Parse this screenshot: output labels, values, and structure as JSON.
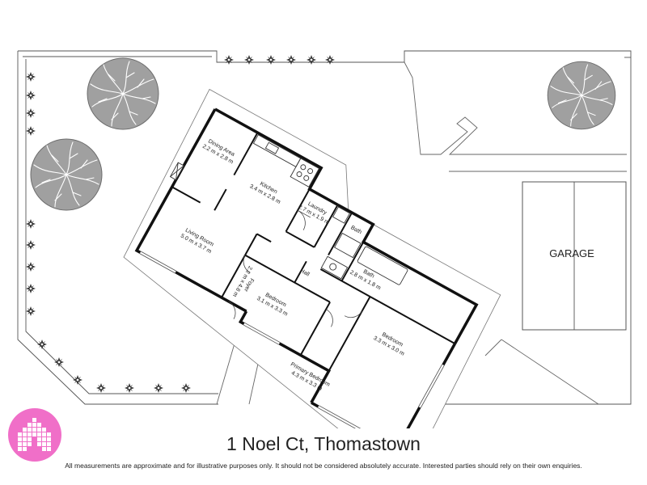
{
  "plan": {
    "rooms": [
      {
        "key": "dining",
        "name": "Dining Area",
        "dims": "2.2 m x 2.8 m"
      },
      {
        "key": "kitchen",
        "name": "Kitchen",
        "dims": "3.4 m x 2.8 m"
      },
      {
        "key": "laundry",
        "name": "Laundry",
        "dims": "2.7 m x 1.9 m"
      },
      {
        "key": "bath_small",
        "name": "Bath",
        "dims": ""
      },
      {
        "key": "bath",
        "name": "Bath",
        "dims": "2.8 m x 1.8 m"
      },
      {
        "key": "living",
        "name": "Living Room",
        "dims": "5.0 m x 3.7 m"
      },
      {
        "key": "foyer",
        "name": "Foyer",
        "dims": "2.2 m x 4.8 m"
      },
      {
        "key": "hall",
        "name": "Hall",
        "dims": ""
      },
      {
        "key": "bedroom1",
        "name": "Bedroom",
        "dims": "3.1 m x 3.3 m"
      },
      {
        "key": "bedroom2",
        "name": "Bedroom",
        "dims": "3.3 m x 3.0 m"
      },
      {
        "key": "primary",
        "name": "Primary Bedroom",
        "dims": "4.3 m x 3.3 m"
      }
    ],
    "garage_label": "GARAGE"
  },
  "footer": {
    "address": "1 Noel Ct, Thomastown",
    "disclaimer": "All measurements are approximate and for illustrative purposes only. It should not be considered absolutely accurate. Interested parties should rely on their own enquiries."
  },
  "colors": {
    "logo": "#f06fc8",
    "wall": "#111111",
    "tree": "#9a9a9a"
  }
}
